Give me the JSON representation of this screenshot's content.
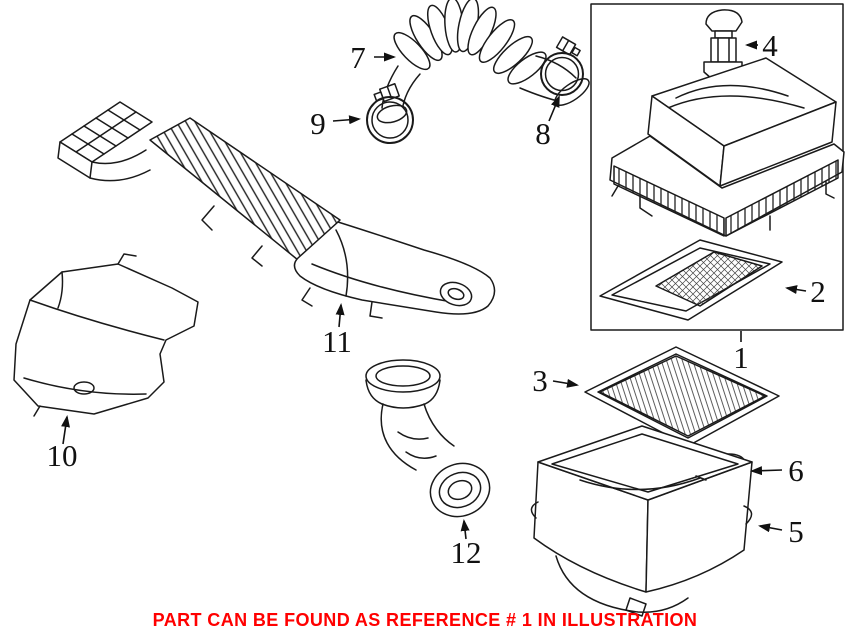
{
  "diagram": {
    "callouts": {
      "1": {
        "label": "1"
      },
      "2": {
        "label": "2"
      },
      "3": {
        "label": "3"
      },
      "4": {
        "label": "4"
      },
      "5": {
        "label": "5"
      },
      "6": {
        "label": "6"
      },
      "7": {
        "label": "7"
      },
      "8": {
        "label": "8"
      },
      "9": {
        "label": "9"
      },
      "10": {
        "label": "10"
      },
      "11": {
        "label": "11"
      },
      "12": {
        "label": "12"
      }
    },
    "footer": {
      "text": "PART CAN BE FOUND AS REFERENCE # 1 IN ILLUSTRATION",
      "color": "#ff0000"
    },
    "style": {
      "line_color": "#1a1a1a",
      "background": "#ffffff"
    }
  }
}
